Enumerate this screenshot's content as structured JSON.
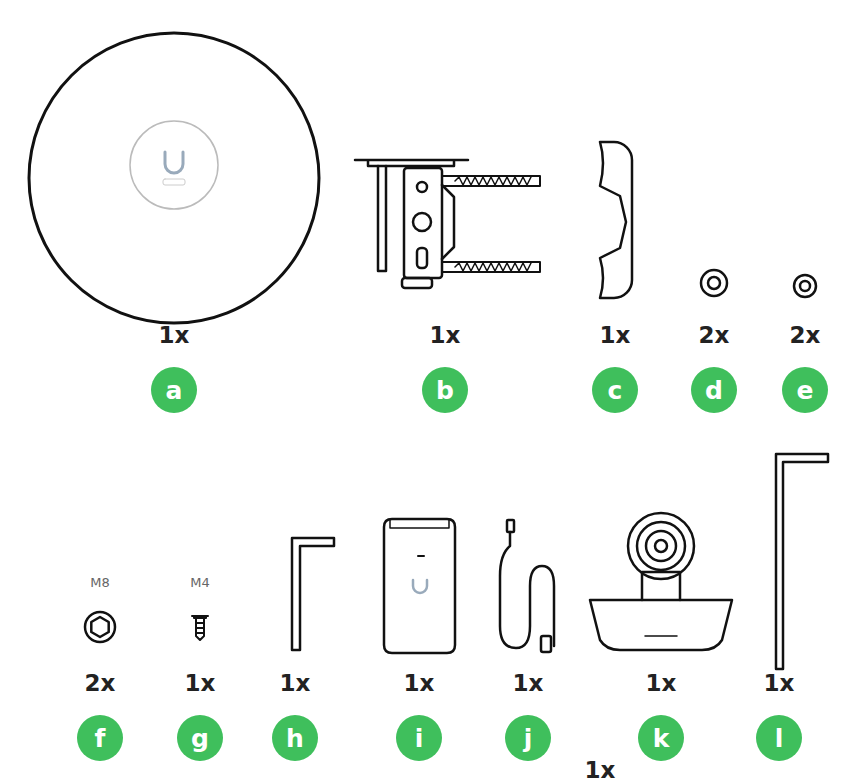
{
  "diagram": {
    "nodes": [
      {
        "text": [
          "a"
        ]
      },
      {
        "text": [
          "b"
        ]
      },
      {
        "text": [
          "c"
        ]
      },
      {
        "text": [
          "d"
        ]
      },
      {
        "text": [
          "e"
        ]
      },
      {
        "text": [
          "f"
        ]
      },
      {
        "text": [
          "g"
        ]
      },
      {
        "text": [
          "h"
        ]
      },
      {
        "text": [
          "i"
        ]
      },
      {
        "text": [
          "j"
        ]
      },
      {
        "text": [
          "k"
        ]
      },
      {
        "text": [
          "l"
        ]
      }
    ],
    "labels": [
      "1x",
      "1x",
      "1x",
      "2x",
      "2x",
      "M8",
      "M4",
      "2x",
      "1x",
      "1x",
      "1x",
      "1x",
      "1x",
      "1x",
      "1x"
    ]
  }
}
